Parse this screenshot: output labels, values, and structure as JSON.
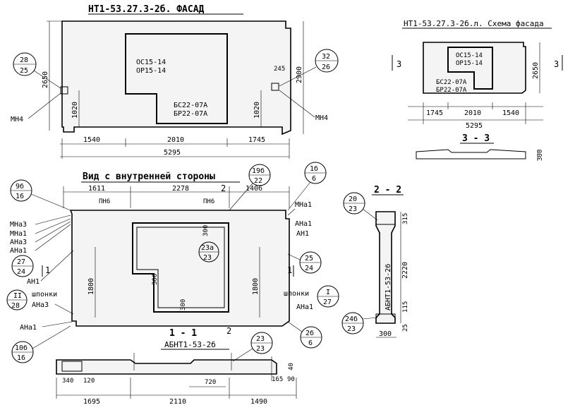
{
  "facade": {
    "title": "НТ1-53.27.3-2б. ФАСАД",
    "window_top_1": "ОС15-14",
    "window_top_2": "ОР15-14",
    "door_1": "БС22-07А",
    "door_2": "БР22-07А",
    "dim_height_left": "2650",
    "dim_height_right": "2900",
    "dim_low_left": "1020",
    "dim_low_right": "1020",
    "dim_small": "245",
    "bottom_dims": [
      "1540",
      "2010",
      "1745"
    ],
    "total": "5295",
    "bubble_left": [
      "28",
      "25"
    ],
    "bubble_right": [
      "32",
      "26"
    ],
    "label_mn_left": "МН4",
    "label_mn_right": "МН4"
  },
  "schema": {
    "title": "НТ1-53.27.3-2б.л. Схема фасада",
    "window_1": "ОС15-14",
    "window_2": "ОР15-14",
    "door_1": "БС22-07А",
    "door_2": "БР22-07А",
    "height": "2650",
    "bottom_dims": [
      "1745",
      "2010",
      "1540"
    ],
    "total": "5295",
    "section_mark_left": "3",
    "section_mark_right": "3"
  },
  "section33": {
    "title": "3 - 3",
    "dim": "300"
  },
  "inner": {
    "title": "Вид с внутренней стороны",
    "top_dims": [
      "1611",
      "2278",
      "1406"
    ],
    "section_mark": "2",
    "pn_left": "ПН6",
    "pn_right": "ПН6",
    "dim_300_a": "300",
    "dim_300_b": "300",
    "dim_300_c": "300",
    "bubble_inner": [
      "23а",
      "23"
    ],
    "height_left": "1800",
    "height_right": "1800",
    "labels_left": [
      "МНа3",
      "МНа1",
      "АНа3",
      "АНа1"
    ],
    "label_an1_left": "АН1",
    "label_shponki_left": "шпонки",
    "label_ana3": "АНа3",
    "label_ana1_bottom": "АНа1",
    "labels_right": [
      "МНа1",
      "АНа1",
      "АН1"
    ],
    "label_shponki_right": "шпонки",
    "label_ana1_right": "АНа1",
    "bubbles_left": [
      [
        "9б",
        "16"
      ],
      [
        "27",
        "24"
      ],
      [
        "II",
        "28"
      ],
      [
        "10б",
        "16"
      ]
    ],
    "bubbles_right": [
      [
        "19б",
        "22"
      ],
      [
        "1б",
        "6"
      ],
      [
        "25",
        "24"
      ],
      [
        "I",
        "27"
      ],
      [
        "2б",
        "6"
      ]
    ],
    "section_mark_left": "1",
    "section_mark_right": "1"
  },
  "section11": {
    "title": "1 - 1",
    "subtitle": "АБНТ1-53-2б",
    "section_mark": "2",
    "dims": [
      "340",
      "120",
      "720",
      "165",
      "90",
      "40"
    ],
    "bottom_dims": [
      "1695",
      "2110",
      "1490"
    ],
    "bubble": [
      "23",
      "23"
    ]
  },
  "section22": {
    "title": "2 - 2",
    "label": "АБНТ1-53-2б",
    "dims": [
      "315",
      "2220",
      "115",
      "25"
    ],
    "width": "300",
    "bubble_top": [
      "20",
      "23"
    ],
    "bubble_bottom": [
      "24б",
      "23"
    ]
  }
}
